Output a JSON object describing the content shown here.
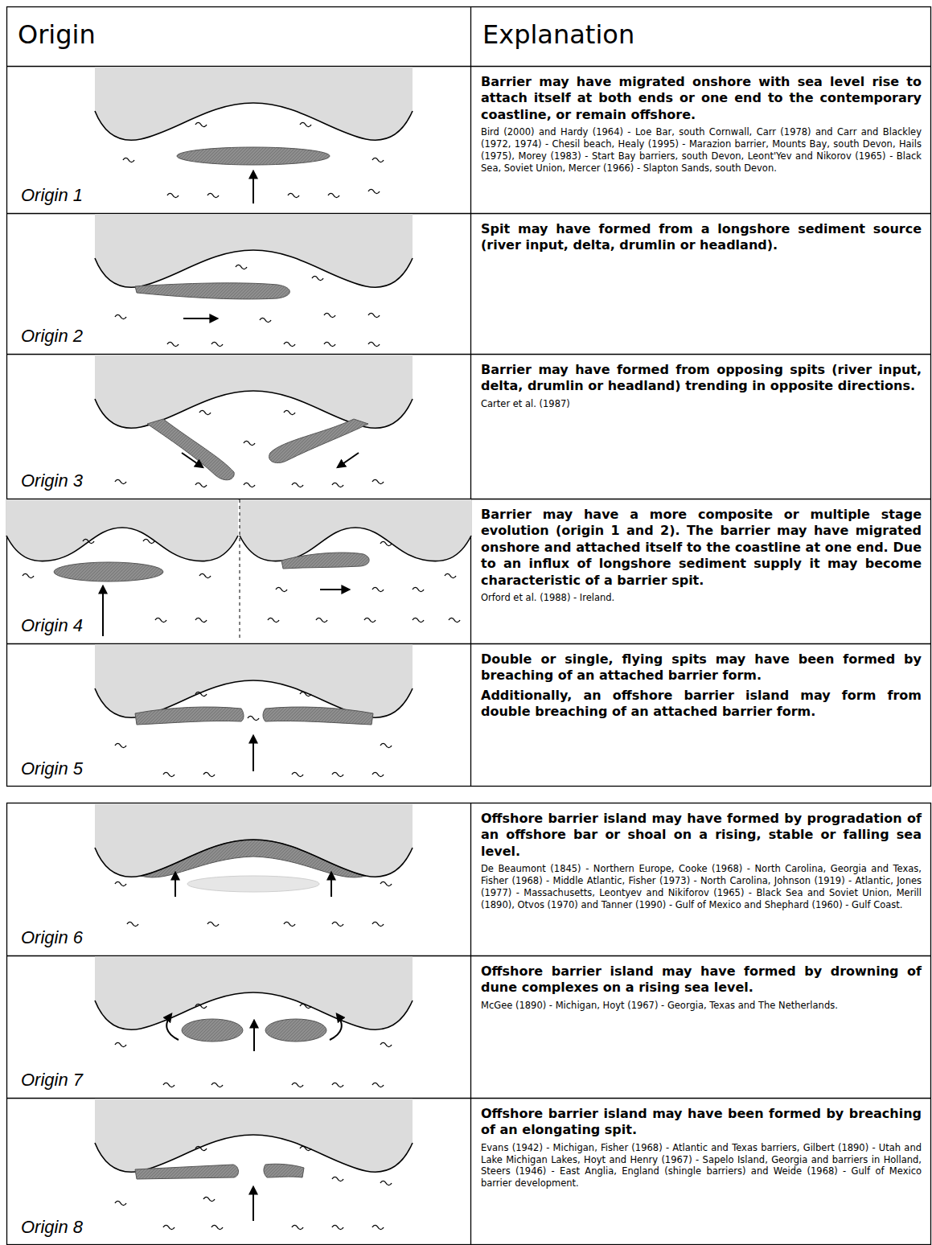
{
  "diagram": {
    "labels": [
      "Origin",
      "Explanation",
      "Origin 1",
      "Barrier may have migrated onshore with sea level rise to attach itself at both ends or one end to the contemporary coastline, or remain offshore.",
      "Bird (2000) and Hardy (1964) - Loe Bar, south Cornwall, Carr (1978) and Carr and Blackley (1972, 1974) - Chesil beach, Healy (1995) - Marazion barrier, Mounts Bay, south Devon, Hails (1975), Morey (1983) - Start Bay barriers, south Devon, Leont'Yev and Nikorov (1965) - Black Sea, Soviet Union, Mercer (1966) - Slapton Sands, south Devon.",
      "Origin 2",
      "Spit may have formed from a longshore sediment source (river input, delta, drumlin or headland).",
      "Origin 3",
      "Barrier may have formed from opposing spits (river input, delta, drumlin or headland) trending in opposite directions.",
      "Carter et al. (1987)",
      "Origin 4",
      "Barrier may have a more composite or multiple stage evolution (origin 1 and 2). The barrier may have migrated onshore and attached itself to the coastline at one end. Due to an influx of longshore sediment supply it may become characteristic of a barrier spit.",
      "Orford et al. (1988) - Ireland.",
      "Origin 5",
      "Double or single, flying spits may have been formed by breaching of an attached barrier form.",
      "Additionally, an offshore barrier island may form from double breaching of an attached barrier form.",
      "Origin 6",
      "Offshore barrier island may have formed by progradation of an offshore bar or shoal on a rising, stable or falling sea level.",
      "De Beaumont (1845) - Northern Europe, Cooke (1968) - North Carolina, Georgia and Texas, Fisher (1968) - Middle Atlantic, Fisher (1973) - North Carolina, Johnson (1919) - Atlantic, Jones (1977) - Massachusetts, Leontyev and Nikiforov (1965) - Black Sea and Soviet Union, Merill (1890), Otvos (1970) and Tanner (1990) - Gulf of Mexico and Shephard (1960) - Gulf Coast.",
      "Origin 7",
      "Offshore barrier island may have formed by drowning of dune complexes on a rising sea level.",
      "McGee (1890) - Michigan, Hoyt (1967) - Georgia, Texas and The Netherlands.",
      "Origin 8",
      "Offshore barrier island may have been formed by breaching of an elongating spit.",
      "Evans (1942) - Michigan, Fisher (1968) - Atlantic and Texas barriers, Gilbert (1890) - Utah and Lake Michigan Lakes, Hoyt and Henry (1967) - Sapelo Island, Georgia and barriers in Holland, Steers (1946) - East Anglia, England (shingle barriers) and Weide (1968) - Gulf of Mexico barrier development."
    ]
  }
}
